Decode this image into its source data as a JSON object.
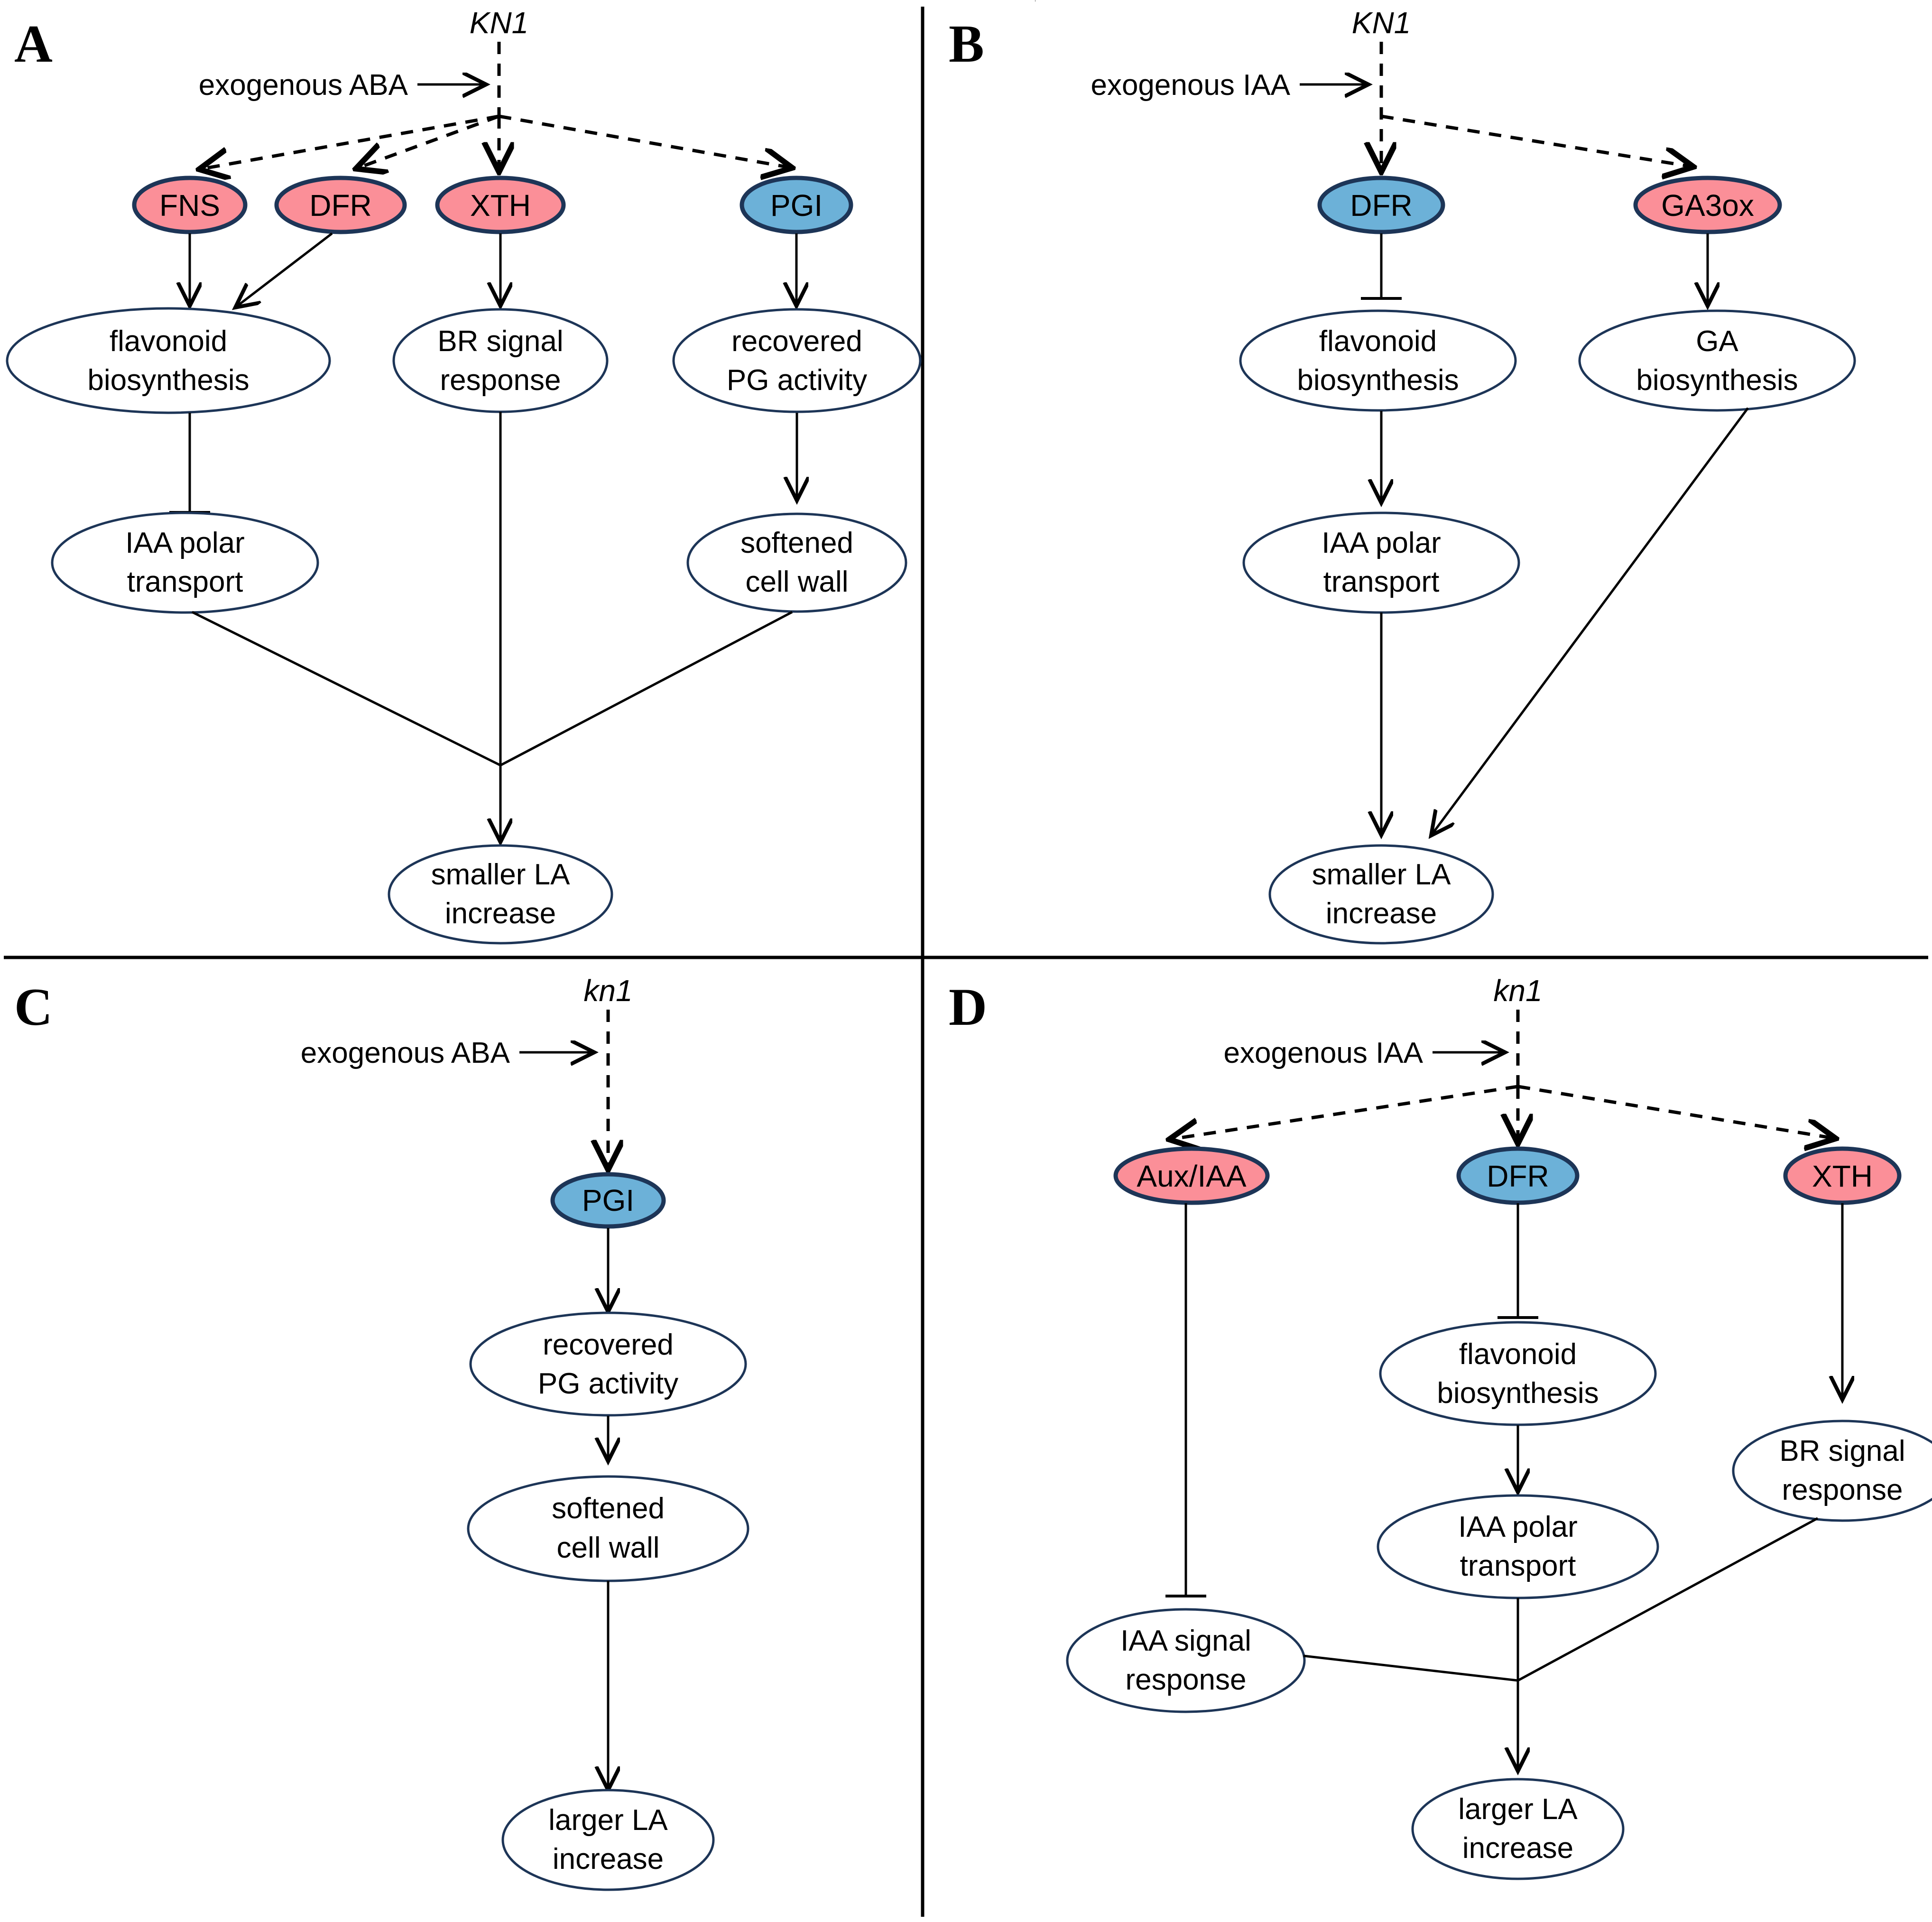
{
  "figure": {
    "type": "diagram",
    "description": "Four-panel pathway model diagram of KN1/kn1 regulation of leaf area under exogenous ABA or IAA",
    "colors": {
      "upregulated_gene_fill": "#fb8f98",
      "downregulated_gene_fill": "#6cb1d8",
      "node_stroke": "#1d3557",
      "arrow_stroke": "#000000",
      "panel_divider": "#000000",
      "background": "#ffffff"
    },
    "legend_semantics": {
      "pink_ellipse": "up-regulated gene",
      "blue_ellipse": "down-regulated gene",
      "white_ellipse": "biological process / phenotype",
      "dashed_arrow": "regulation by KN1/kn1",
      "solid_arrow": "promotes",
      "bar_headed_line": "inhibits"
    }
  },
  "panels": [
    {
      "id": "A",
      "letter": "A",
      "regulator": "KN1",
      "stimulus": "exogenous ABA",
      "genes": [
        {
          "label": "FNS",
          "state": "up"
        },
        {
          "label": "DFR",
          "state": "up"
        },
        {
          "label": "XTH",
          "state": "up"
        },
        {
          "label": "PGI",
          "state": "down"
        }
      ],
      "processes": [
        {
          "label_line1": "flavonoid",
          "label_line2": "biosynthesis"
        },
        {
          "label_line1": "BR signal",
          "label_line2": "response"
        },
        {
          "label_line1": "recovered",
          "label_line2": "PG activity"
        },
        {
          "label_line1": "IAA polar",
          "label_line2": "transport"
        },
        {
          "label_line1": "softened",
          "label_line2": "cell wall"
        }
      ],
      "outcome": {
        "label_line1": "smaller LA",
        "label_line2": "increase"
      }
    },
    {
      "id": "B",
      "letter": "B",
      "regulator": "KN1",
      "stimulus": "exogenous IAA",
      "genes": [
        {
          "label": "DFR",
          "state": "down"
        },
        {
          "label": "GA3ox",
          "state": "up"
        }
      ],
      "processes": [
        {
          "label_line1": "flavonoid",
          "label_line2": "biosynthesis"
        },
        {
          "label_line1": "GA",
          "label_line2": "biosynthesis"
        },
        {
          "label_line1": "IAA polar",
          "label_line2": "transport"
        }
      ],
      "outcome": {
        "label_line1": "smaller LA",
        "label_line2": "increase"
      }
    },
    {
      "id": "C",
      "letter": "C",
      "regulator": "kn1",
      "stimulus": "exogenous ABA",
      "genes": [
        {
          "label": "PGI",
          "state": "down"
        }
      ],
      "processes": [
        {
          "label_line1": "recovered",
          "label_line2": "PG activity"
        },
        {
          "label_line1": "softened",
          "label_line2": "cell wall"
        }
      ],
      "outcome": {
        "label_line1": "larger LA",
        "label_line2": "increase"
      }
    },
    {
      "id": "D",
      "letter": "D",
      "regulator": "kn1",
      "stimulus": "exogenous IAA",
      "genes": [
        {
          "label": "Aux/IAA",
          "state": "up"
        },
        {
          "label": "DFR",
          "state": "down"
        },
        {
          "label": "XTH",
          "state": "up"
        }
      ],
      "processes": [
        {
          "label_line1": "flavonoid",
          "label_line2": "biosynthesis"
        },
        {
          "label_line1": "BR signal",
          "label_line2": "response"
        },
        {
          "label_line1": "IAA polar",
          "label_line2": "transport"
        },
        {
          "label_line1": "IAA signal",
          "label_line2": "response"
        }
      ],
      "outcome": {
        "label_line1": "larger LA",
        "label_line2": "increase"
      }
    }
  ],
  "text": {
    "A_letter": "A",
    "B_letter": "B",
    "C_letter": "C",
    "D_letter": "D",
    "A_kn1": "KN1",
    "B_kn1": "KN1",
    "C_kn1": "kn1",
    "D_kn1": "kn1",
    "A_stim": "exogenous ABA",
    "B_stim": "exogenous IAA",
    "C_stim": "exogenous ABA",
    "D_stim": "exogenous IAA",
    "A_FNS": "FNS",
    "A_DFR": "DFR",
    "A_XTH": "XTH",
    "A_PGI": "PGI",
    "A_flav1": "flavonoid",
    "A_flav2": "biosynthesis",
    "A_br1": "BR signal",
    "A_br2": "response",
    "A_pg1": "recovered",
    "A_pg2": "PG activity",
    "A_iaa1": "IAA polar",
    "A_iaa2": "transport",
    "A_cw1": "softened",
    "A_cw2": "cell wall",
    "A_out1": "smaller LA",
    "A_out2": "increase",
    "B_DFR": "DFR",
    "B_GA3ox": "GA3ox",
    "B_flav1": "flavonoid",
    "B_flav2": "biosynthesis",
    "B_ga1": "GA",
    "B_ga2": "biosynthesis",
    "B_iaa1": "IAA polar",
    "B_iaa2": "transport",
    "B_out1": "smaller LA",
    "B_out2": "increase",
    "C_PGI": "PGI",
    "C_pg1": "recovered",
    "C_pg2": "PG activity",
    "C_cw1": "softened",
    "C_cw2": "cell wall",
    "C_out1": "larger LA",
    "C_out2": "increase",
    "D_Aux": "Aux/IAA",
    "D_DFR": "DFR",
    "D_XTH": "XTH",
    "D_flav1": "flavonoid",
    "D_flav2": "biosynthesis",
    "D_br1": "BR signal",
    "D_br2": "response",
    "D_iaa1": "IAA polar",
    "D_iaa2": "transport",
    "D_sig1": "IAA signal",
    "D_sig2": "response",
    "D_out1": "larger LA",
    "D_out2": "increase"
  }
}
